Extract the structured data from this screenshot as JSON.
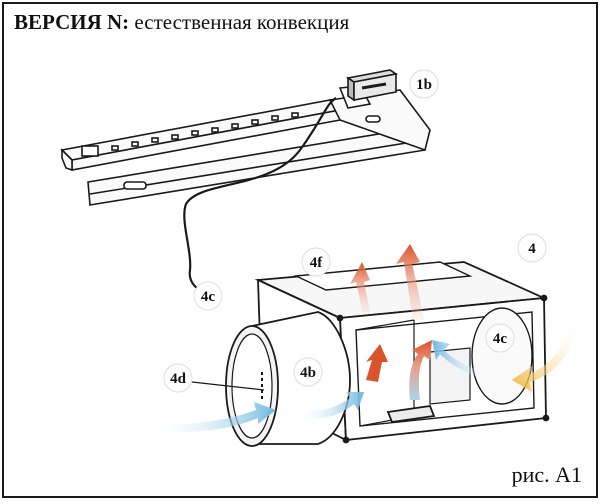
{
  "header": {
    "version_label": "ВЕРСИЯ N:",
    "version_desc": "естественная конвекция"
  },
  "figure": {
    "label": "рис. А1"
  },
  "callouts": {
    "c1b": "1b",
    "c4": "4",
    "c4f": "4f",
    "c4c_cable": "4c",
    "c4c_right": "4c",
    "c4b": "4b",
    "c4d": "4d"
  },
  "colors": {
    "warm_air": "#d9542b",
    "cold_air": "#6fb8df",
    "inflow_warm": "#f2b233",
    "line": "#1a1a1a"
  }
}
